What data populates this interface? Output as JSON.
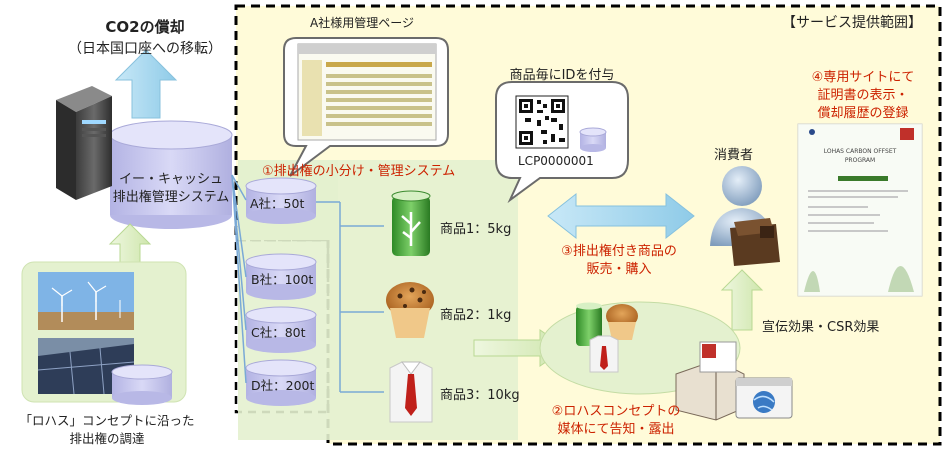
{
  "service_scope": "【サービス提供範囲】",
  "co2": {
    "title": "CO2の償却",
    "subtitle": "（日本国口座への移転）"
  },
  "eCashSystem": {
    "line1": "イー・キャッシュ",
    "line2": "排出権管理システム"
  },
  "procurement": {
    "line1": "「ロハス」コンセプトに沿った",
    "line2": "排出権の調達"
  },
  "mgmtPage": "A社様用管理ページ",
  "idLabel": "商品毎にIDを付与",
  "idCode": "LCP0000001",
  "subdivision": "①排出権の小分け・管理システム",
  "companies": [
    "A社：50t",
    "B社：100t",
    "C社：80t",
    "D社：200t"
  ],
  "products": [
    "商品1：5kg",
    "商品2：1kg",
    "商品3：10kg"
  ],
  "sale": {
    "line1": "③排出権付き商品の",
    "line2": "販売・購入"
  },
  "consumer": "消費者",
  "dedicatedSite": {
    "line1": "④専用サイトにて",
    "line2": "証明書の表示・",
    "line3": "償却履歴の登録"
  },
  "advert": "宣伝効果・CSR効果",
  "media": {
    "line1": "②ロハスコンセプトの",
    "line2": "媒体にて告知・露出"
  },
  "certificate": {
    "l1": "LOHAS CARBON OFFSET",
    "l2": "PROGRAM"
  },
  "colors": {
    "accentRed": "#cc2200",
    "greenPanel": "#e4f1cf",
    "yellowArea": "#fffbd9",
    "arrowBlue": "#a9d8ee",
    "cylinder": "#c9c9ee"
  }
}
